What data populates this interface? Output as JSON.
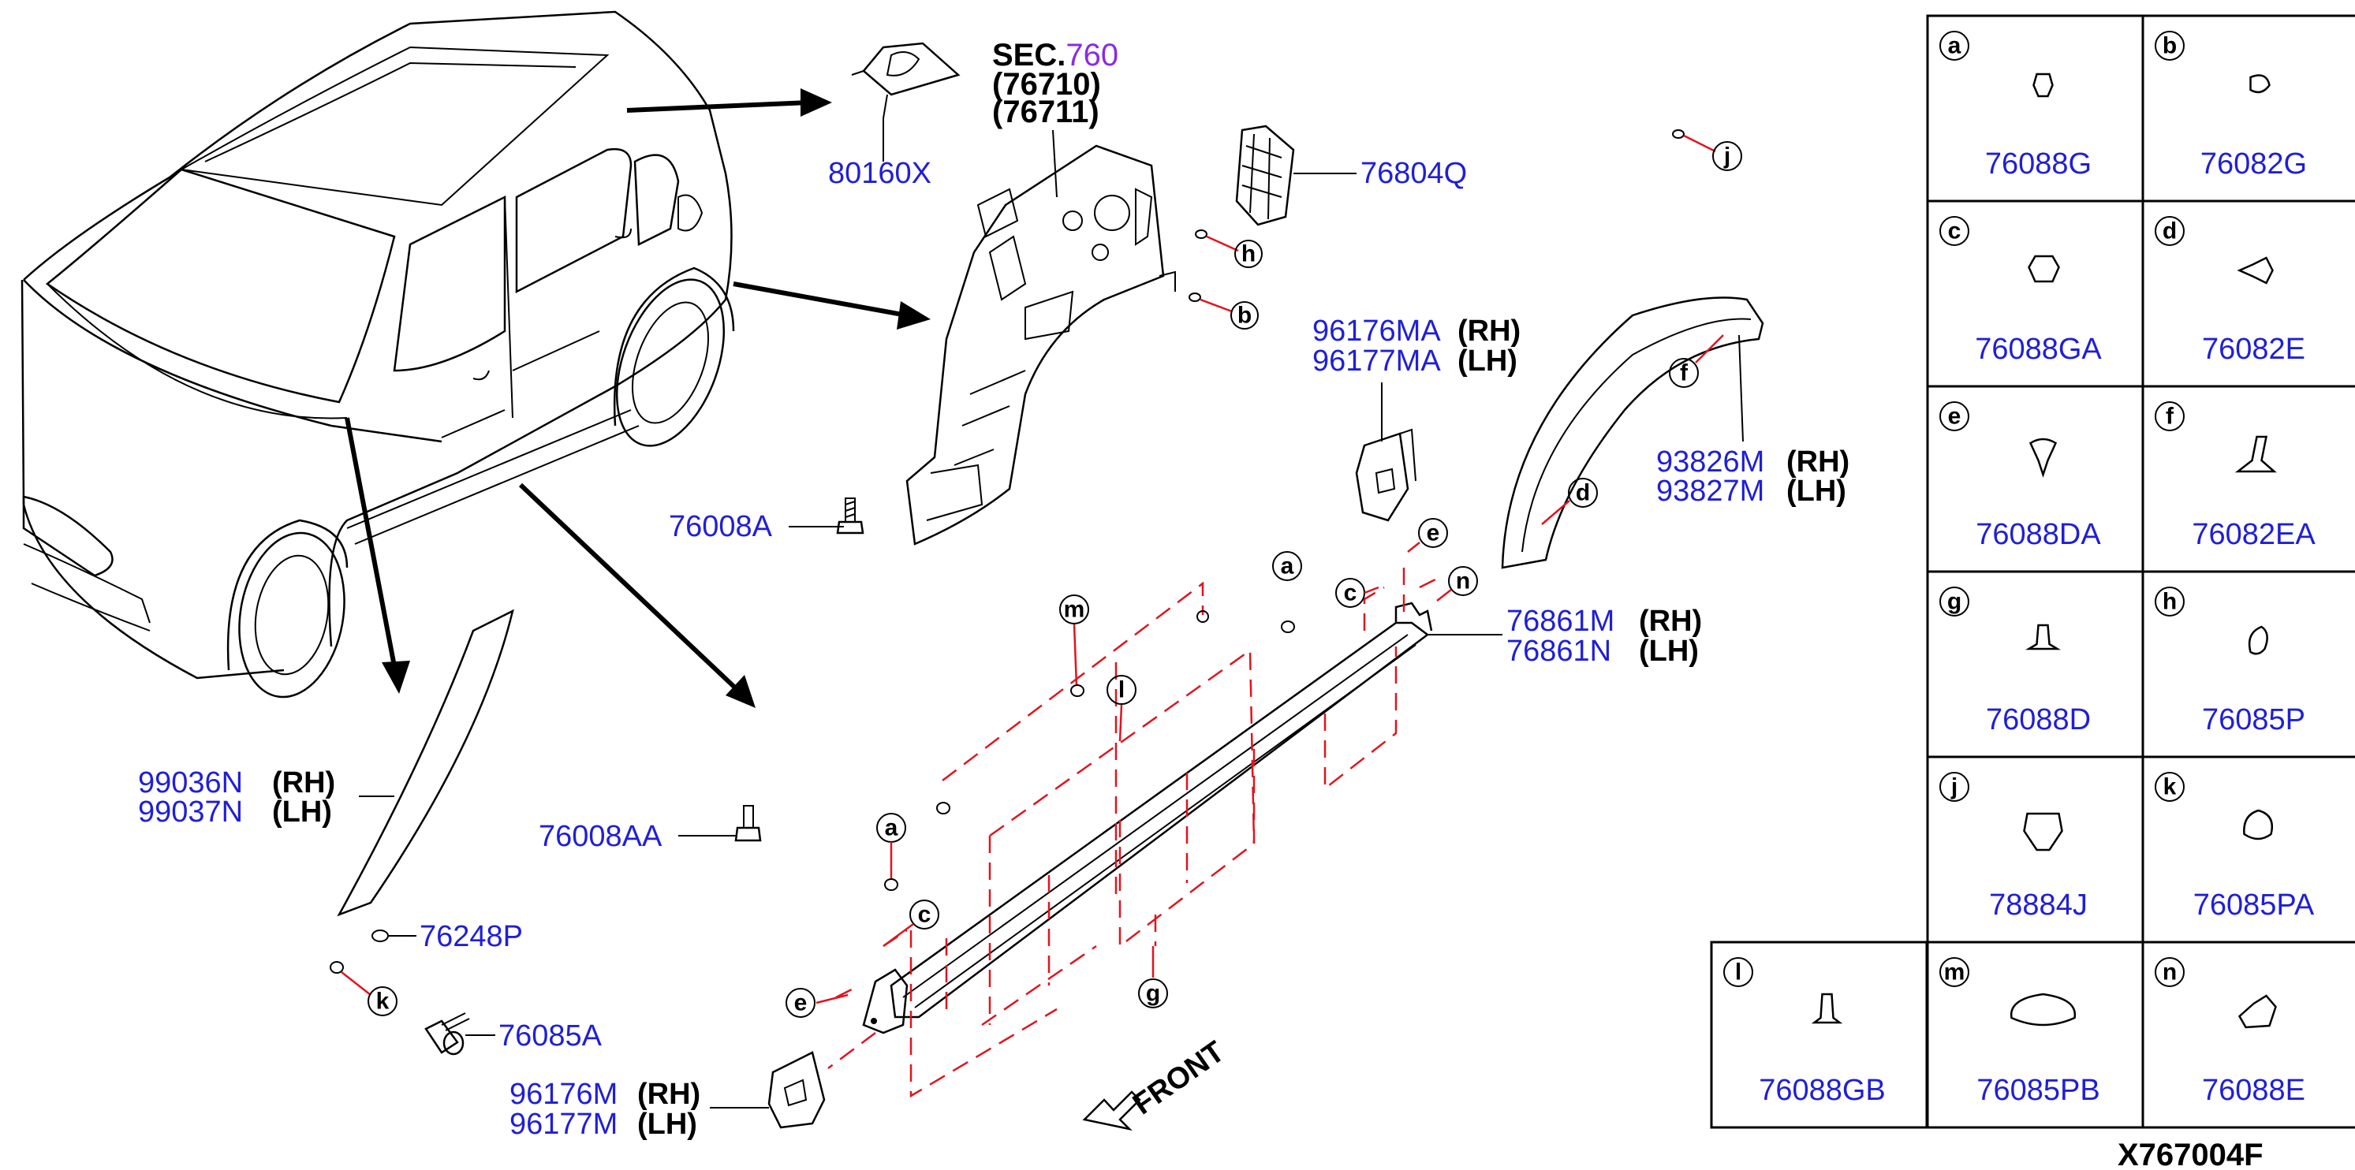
{
  "sec": {
    "label": "SEC.",
    "number": "760",
    "sub1": "(76710)",
    "sub2": "(76711)"
  },
  "callouts": [
    {
      "id": "80160X",
      "part": "80160X"
    },
    {
      "id": "76804Q",
      "part": "76804Q"
    },
    {
      "id": "96176MA",
      "part": "96176MA",
      "side": "(RH)"
    },
    {
      "id": "96177MA",
      "part": "96177MA",
      "side": "(LH)"
    },
    {
      "id": "93826M",
      "part": "93826M",
      "side": "(RH)"
    },
    {
      "id": "93827M",
      "part": "93827M",
      "side": "(LH)"
    },
    {
      "id": "76008A",
      "part": "76008A"
    },
    {
      "id": "76861M",
      "part": "76861M",
      "side": "(RH)"
    },
    {
      "id": "76861N",
      "part": "76861N",
      "side": "(LH)"
    },
    {
      "id": "99036N",
      "part": "99036N",
      "side": "(RH)"
    },
    {
      "id": "99037N",
      "part": "99037N",
      "side": "(LH)"
    },
    {
      "id": "76008AA",
      "part": "76008AA"
    },
    {
      "id": "76248P",
      "part": "76248P"
    },
    {
      "id": "76085A",
      "part": "76085A"
    },
    {
      "id": "96176M",
      "part": "96176M",
      "side": "(RH)"
    },
    {
      "id": "96177M",
      "part": "96177M",
      "side": "(LH)"
    }
  ],
  "front_label": "FRONT",
  "legend": [
    {
      "letter": "a",
      "part": "76088G"
    },
    {
      "letter": "b",
      "part": "76082G"
    },
    {
      "letter": "c",
      "part": "76088GA"
    },
    {
      "letter": "d",
      "part": "76082E"
    },
    {
      "letter": "e",
      "part": "76088DA"
    },
    {
      "letter": "f",
      "part": "76082EA"
    },
    {
      "letter": "g",
      "part": "76088D"
    },
    {
      "letter": "h",
      "part": "76085P"
    },
    {
      "letter": "j",
      "part": "78884J"
    },
    {
      "letter": "k",
      "part": "76085PA"
    },
    {
      "letter": "l",
      "part": "76088GB"
    },
    {
      "letter": "m",
      "part": "76085PB"
    },
    {
      "letter": "n",
      "part": "76088E"
    }
  ],
  "diagram_code": "X767004F",
  "colors": {
    "part_number": "#1f1fd6",
    "sec_number": "#8a2be2",
    "leader_red": "#e0141e"
  }
}
